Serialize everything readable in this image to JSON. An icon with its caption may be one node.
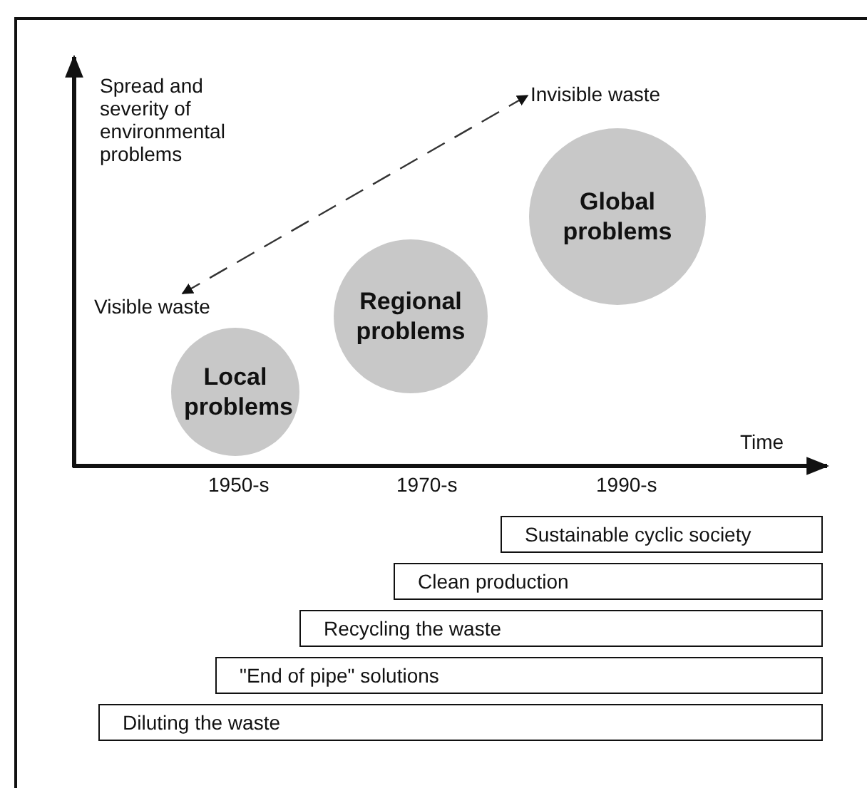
{
  "diagram": {
    "nodes": [
      {
        "text": [
          "Invisible waste"
        ]
      },
      {
        "text": [
          "Global problems"
        ]
      },
      {
        "text": [
          "Visible waste"
        ]
      },
      {
        "text": [
          "Regional problems"
        ]
      },
      {
        "text": [
          "Local problems"
        ]
      },
      {
        "text": [
          "Sustainable cyclic society"
        ]
      },
      {
        "text": [
          "Clean production"
        ]
      },
      {
        "text": [
          "Recycling the waste"
        ]
      },
      {
        "text": [
          "\"End of pipe\" solutions"
        ]
      },
      {
        "text": [
          "Diluting the waste"
        ]
      }
    ],
    "edges": [
      {
        "from": 2,
        "to": 0,
        "arrow": "both",
        "style": "dashed"
      }
    ],
    "labels": [
      "Spread and severity of environmental problems",
      "Time",
      "1950-s",
      "1970-s",
      "1990-s"
    ]
  }
}
